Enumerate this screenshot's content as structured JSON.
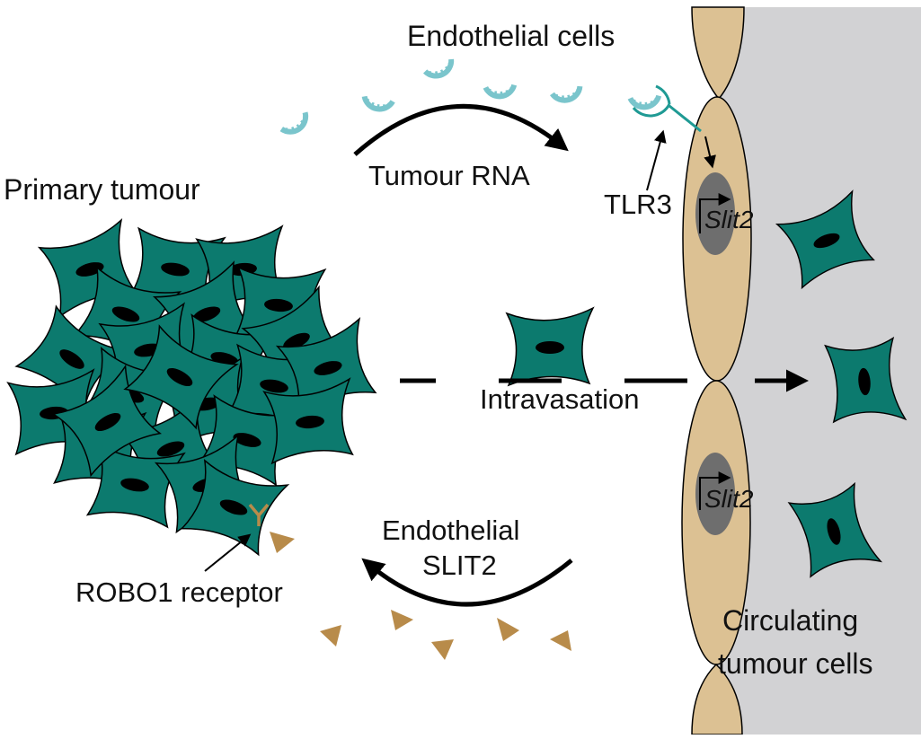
{
  "labels": {
    "endothelial_cells": "Endothelial cells",
    "tumour_rna": "Tumour RNA",
    "primary_tumour": "Primary tumour",
    "tlr3": "TLR3",
    "slit2_gene": "Slit2",
    "intravasation": "Intravasation",
    "endothelial_slit2_line1": "Endothelial",
    "endothelial_slit2_line2": "SLIT2",
    "robo1_receptor": "ROBO1 receptor",
    "circulating_line1": "Circulating",
    "circulating_line2": "tumour cells"
  },
  "colors": {
    "tumour_cell": "#0c7a6e",
    "nucleus": "#000000",
    "endothelial_cell": "#dcc193",
    "endothelial_nucleus": "#6e6e6e",
    "vessel_lumen": "#d2d2d4",
    "rna": "#7ac5cc",
    "tlr3": "#1f9a94",
    "slit2_protein": "#b88b4a",
    "arrow": "#000000"
  }
}
